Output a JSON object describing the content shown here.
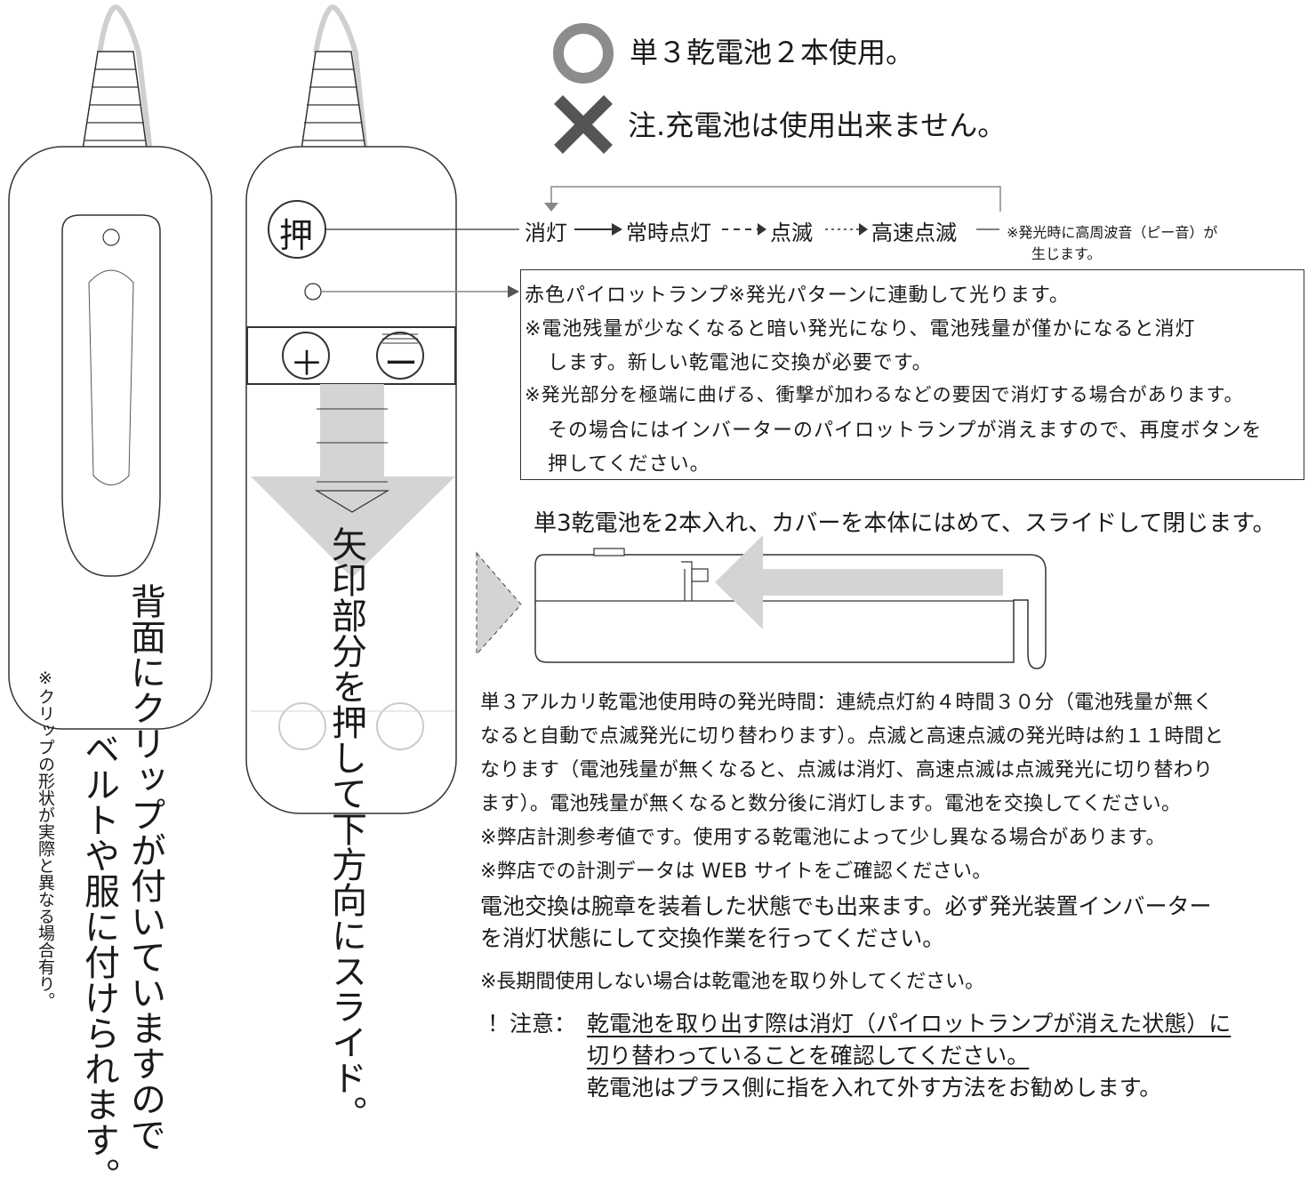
{
  "battery": {
    "ok_text": "単３乾電池２本使用。",
    "ng_text": "注.充電池は使用出来ません。",
    "ok_icon": "circle-icon",
    "ng_icon": "cross-icon"
  },
  "device": {
    "button_label": "押",
    "plus_symbol": "＋",
    "minus_symbol": "ー",
    "back_note": "背面にクリップが付いていますので",
    "back_note2": "ベルトや服に付けられます。",
    "clip_note": "※クリップの形状が実際と異なる場合有り。",
    "slide_note": "矢印部分を押して下方向にスライド。"
  },
  "modes": {
    "m1": "消灯",
    "m2": "常時点灯",
    "m3": "点滅",
    "m4": "高速点滅",
    "note1": "※発光時に高周波音（ピー音）が",
    "note2": "生じます。"
  },
  "lamp_box": {
    "line1": "赤色パイロットランプ※発光パターンに連動して光ります。",
    "line2": "※電池残量が少なくなると暗い発光になり、電池残量が僅かになると消灯",
    "line3": "します。新しい乾電池に交換が必要です。",
    "line4": "※発光部分を極端に曲げる、衝撃が加わるなどの要因で消灯する場合があります。",
    "line5": "その場合にはインバーターのパイロットランプが消えますので、再度ボタンを",
    "line6": "押してください。"
  },
  "cover_instruction": "単3乾電池を2本入れ、カバーを本体にはめて、スライドして閉じます。",
  "runtime": {
    "line1": "単３アルカリ乾電池使用時の発光時間：連続点灯約４時間３０分（電池残量が無く",
    "line2": "なると自動で点滅発光に切り替わります）。点滅と高速点滅の発光時は約１１時間と",
    "line3": "なります（電池残量が無くなると、点滅は消灯、高速点滅は点滅発光に切り替わり",
    "line4": "ます）。電池残量が無くなると数分後に消灯します。電池を交換してください。",
    "line5": "※弊店計測参考値です。使用する乾電池によって少し異なる場合があります。",
    "line6": "※弊店での計測データは WEB サイトをご確認ください。"
  },
  "exchange": {
    "line1": "電池交換は腕章を装着した状態でも出来ます。必ず発光装置インバーター",
    "line2": "を消灯状態にして交換作業を行ってください。"
  },
  "long_term": "※長期間使用しない場合は乾電池を取り外してください。",
  "caution": {
    "label": "！注意：",
    "line1": "乾電池を取り出す際は消灯（パイロットランプが消えた状態）に",
    "line2": "切り替わっていることを確認してください。",
    "line3": "乾電池はプラス側に指を入れて外す方法をお勧めします。"
  },
  "colors": {
    "gray": "#8c8c8c",
    "light_gray": "#d4d4d4",
    "dark": "#333333"
  }
}
